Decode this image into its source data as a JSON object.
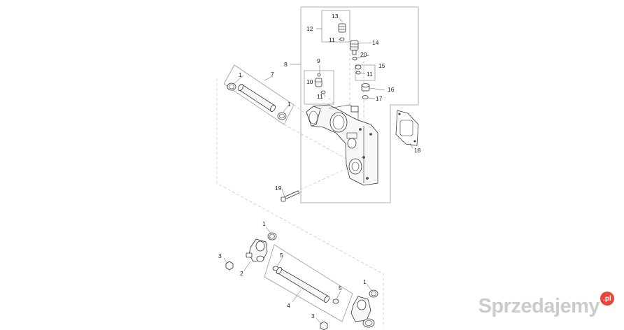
{
  "callouts": {
    "c1": "1",
    "c2": "2",
    "c3": "3",
    "c4": "4",
    "c5": "5",
    "c7": "7",
    "c8": "8",
    "c9": "9",
    "c10": "10",
    "c11": "11",
    "c12": "12",
    "c13": "13",
    "c14": "14",
    "c15": "15",
    "c16": "16",
    "c17": "17",
    "c18": "18",
    "c19": "19",
    "c20": "20"
  },
  "watermark": {
    "text": "Sprzedajemy",
    "badge": ".pl",
    "badge_color": "#e8463a"
  }
}
